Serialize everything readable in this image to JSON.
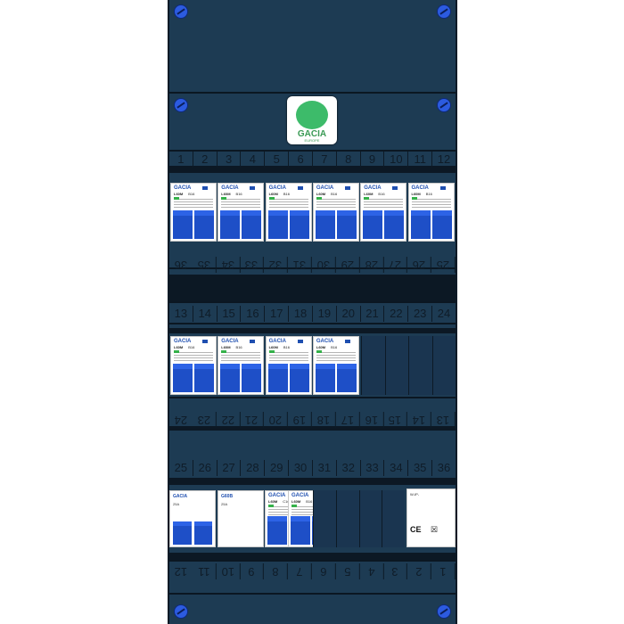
{
  "panel": {
    "logo_brand": "GACIA",
    "logo_sub": "EUROPE",
    "rows": [
      {
        "top_numbers": [
          "1",
          "2",
          "3",
          "4",
          "5",
          "6",
          "7",
          "8",
          "9",
          "10",
          "11",
          "12"
        ],
        "bottom_numbers": [
          "36",
          "35",
          "34",
          "33",
          "32",
          "31",
          "30",
          "29",
          "28",
          "27",
          "26",
          "25"
        ]
      },
      {
        "top_numbers": [
          "13",
          "14",
          "15",
          "16",
          "17",
          "18",
          "19",
          "20",
          "21",
          "22",
          "23",
          "24"
        ],
        "bottom_numbers": [
          "24",
          "23",
          "22",
          "21",
          "20",
          "19",
          "18",
          "17",
          "16",
          "15",
          "14",
          "13"
        ]
      },
      {
        "top_numbers": [
          "25",
          "26",
          "27",
          "28",
          "29",
          "30",
          "31",
          "32",
          "33",
          "34",
          "35",
          "36"
        ],
        "bottom_numbers": [
          "12",
          "11",
          "10",
          "9",
          "8",
          "7",
          "6",
          "5",
          "4",
          "3",
          "2",
          "1"
        ]
      }
    ],
    "breaker_brand": "GACIA",
    "breaker_model": "L60M",
    "breaker_rating": "B16",
    "breaker_rating_c": "C16",
    "rcd_model": "G60B",
    "rcd_current": "25A",
    "spd_label": "W-IP-"
  }
}
